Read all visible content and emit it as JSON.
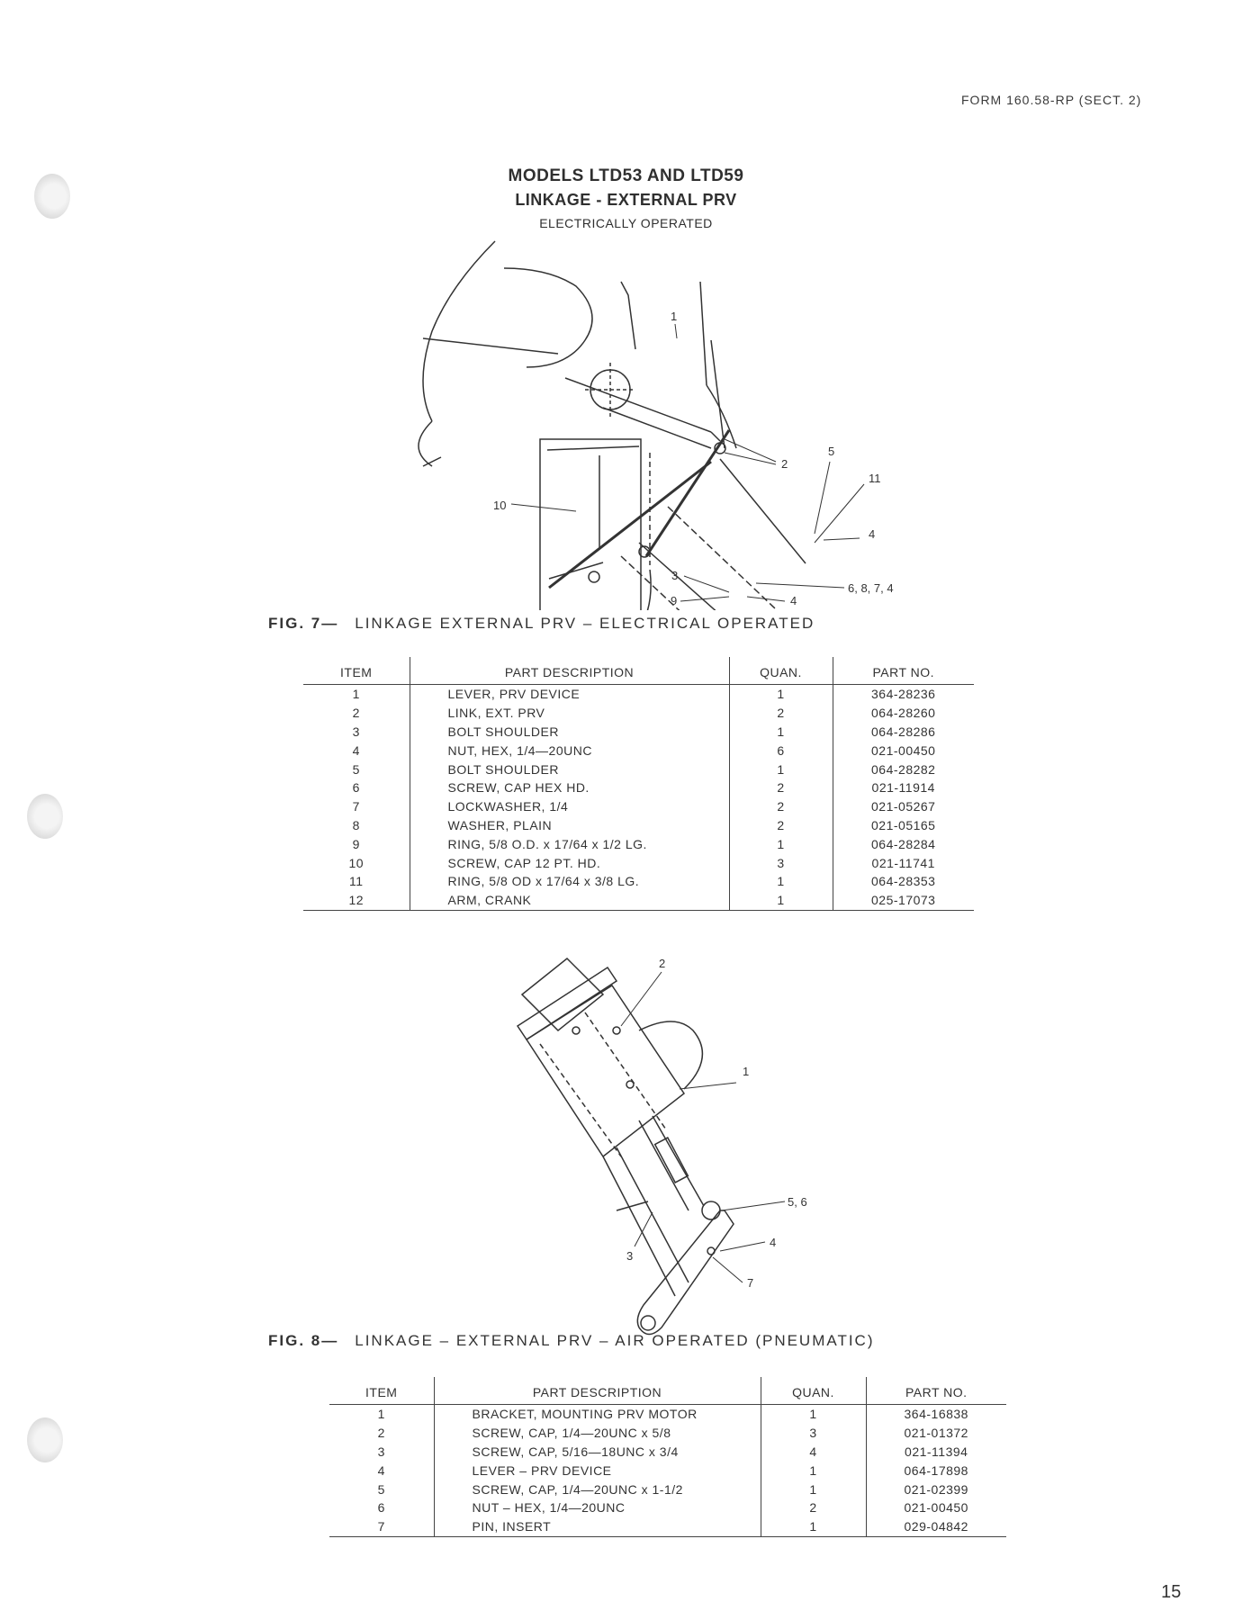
{
  "header": {
    "form_id": "FORM 160.58-RP (SECT. 2)"
  },
  "titles": {
    "line1": "MODELS LTD53 AND LTD59",
    "line2": "LINKAGE - EXTERNAL PRV",
    "line3": "ELECTRICALLY OPERATED"
  },
  "fig7": {
    "number": "FIG. 7—",
    "caption": "LINKAGE EXTERNAL PRV – ELECTRICAL OPERATED",
    "callouts": [
      "1",
      "2",
      "5",
      "11",
      "4",
      "10",
      "3",
      "9",
      "4",
      "6, 8, 7, 4"
    ],
    "table": {
      "headers": [
        "ITEM",
        "PART DESCRIPTION",
        "QUAN.",
        "PART NO."
      ],
      "rows": [
        [
          "1",
          "LEVER, PRV DEVICE",
          "1",
          "364-28236"
        ],
        [
          "2",
          "LINK, EXT. PRV",
          "2",
          "064-28260"
        ],
        [
          "3",
          "BOLT SHOULDER",
          "1",
          "064-28286"
        ],
        [
          "4",
          "NUT, HEX, 1/4—20UNC",
          "6",
          "021-00450"
        ],
        [
          "5",
          "BOLT SHOULDER",
          "1",
          "064-28282"
        ],
        [
          "6",
          "SCREW, CAP HEX HD.",
          "2",
          "021-11914"
        ],
        [
          "7",
          "LOCKWASHER, 1/4",
          "2",
          "021-05267"
        ],
        [
          "8",
          "WASHER, PLAIN",
          "2",
          "021-05165"
        ],
        [
          "9",
          "RING, 5/8 O.D. x 17/64 x 1/2 LG.",
          "1",
          "064-28284"
        ],
        [
          "10",
          "SCREW, CAP 12 PT. HD.",
          "3",
          "021-11741"
        ],
        [
          "11",
          "RING, 5/8 OD x 17/64 x 3/8 LG.",
          "1",
          "064-28353"
        ],
        [
          "12",
          "ARM, CRANK",
          "1",
          "025-17073"
        ]
      ]
    }
  },
  "fig8": {
    "number": "FIG. 8—",
    "caption": "LINKAGE – EXTERNAL PRV – AIR OPERATED (PNEUMATIC)",
    "callouts": [
      "2",
      "1",
      "5, 6",
      "4",
      "3",
      "7"
    ],
    "table": {
      "headers": [
        "ITEM",
        "PART DESCRIPTION",
        "QUAN.",
        "PART NO."
      ],
      "rows": [
        [
          "1",
          "BRACKET, MOUNTING PRV MOTOR",
          "1",
          "364-16838"
        ],
        [
          "2",
          "SCREW, CAP, 1/4—20UNC x 5/8",
          "3",
          "021-01372"
        ],
        [
          "3",
          "SCREW, CAP, 5/16—18UNC x 3/4",
          "4",
          "021-11394"
        ],
        [
          "4",
          "LEVER – PRV DEVICE",
          "1",
          "064-17898"
        ],
        [
          "5",
          "SCREW, CAP, 1/4—20UNC x 1-1/2",
          "1",
          "021-02399"
        ],
        [
          "6",
          "NUT – HEX, 1/4—20UNC",
          "2",
          "021-00450"
        ],
        [
          "7",
          "PIN, INSERT",
          "1",
          "029-04842"
        ]
      ]
    }
  },
  "page_number": "15"
}
